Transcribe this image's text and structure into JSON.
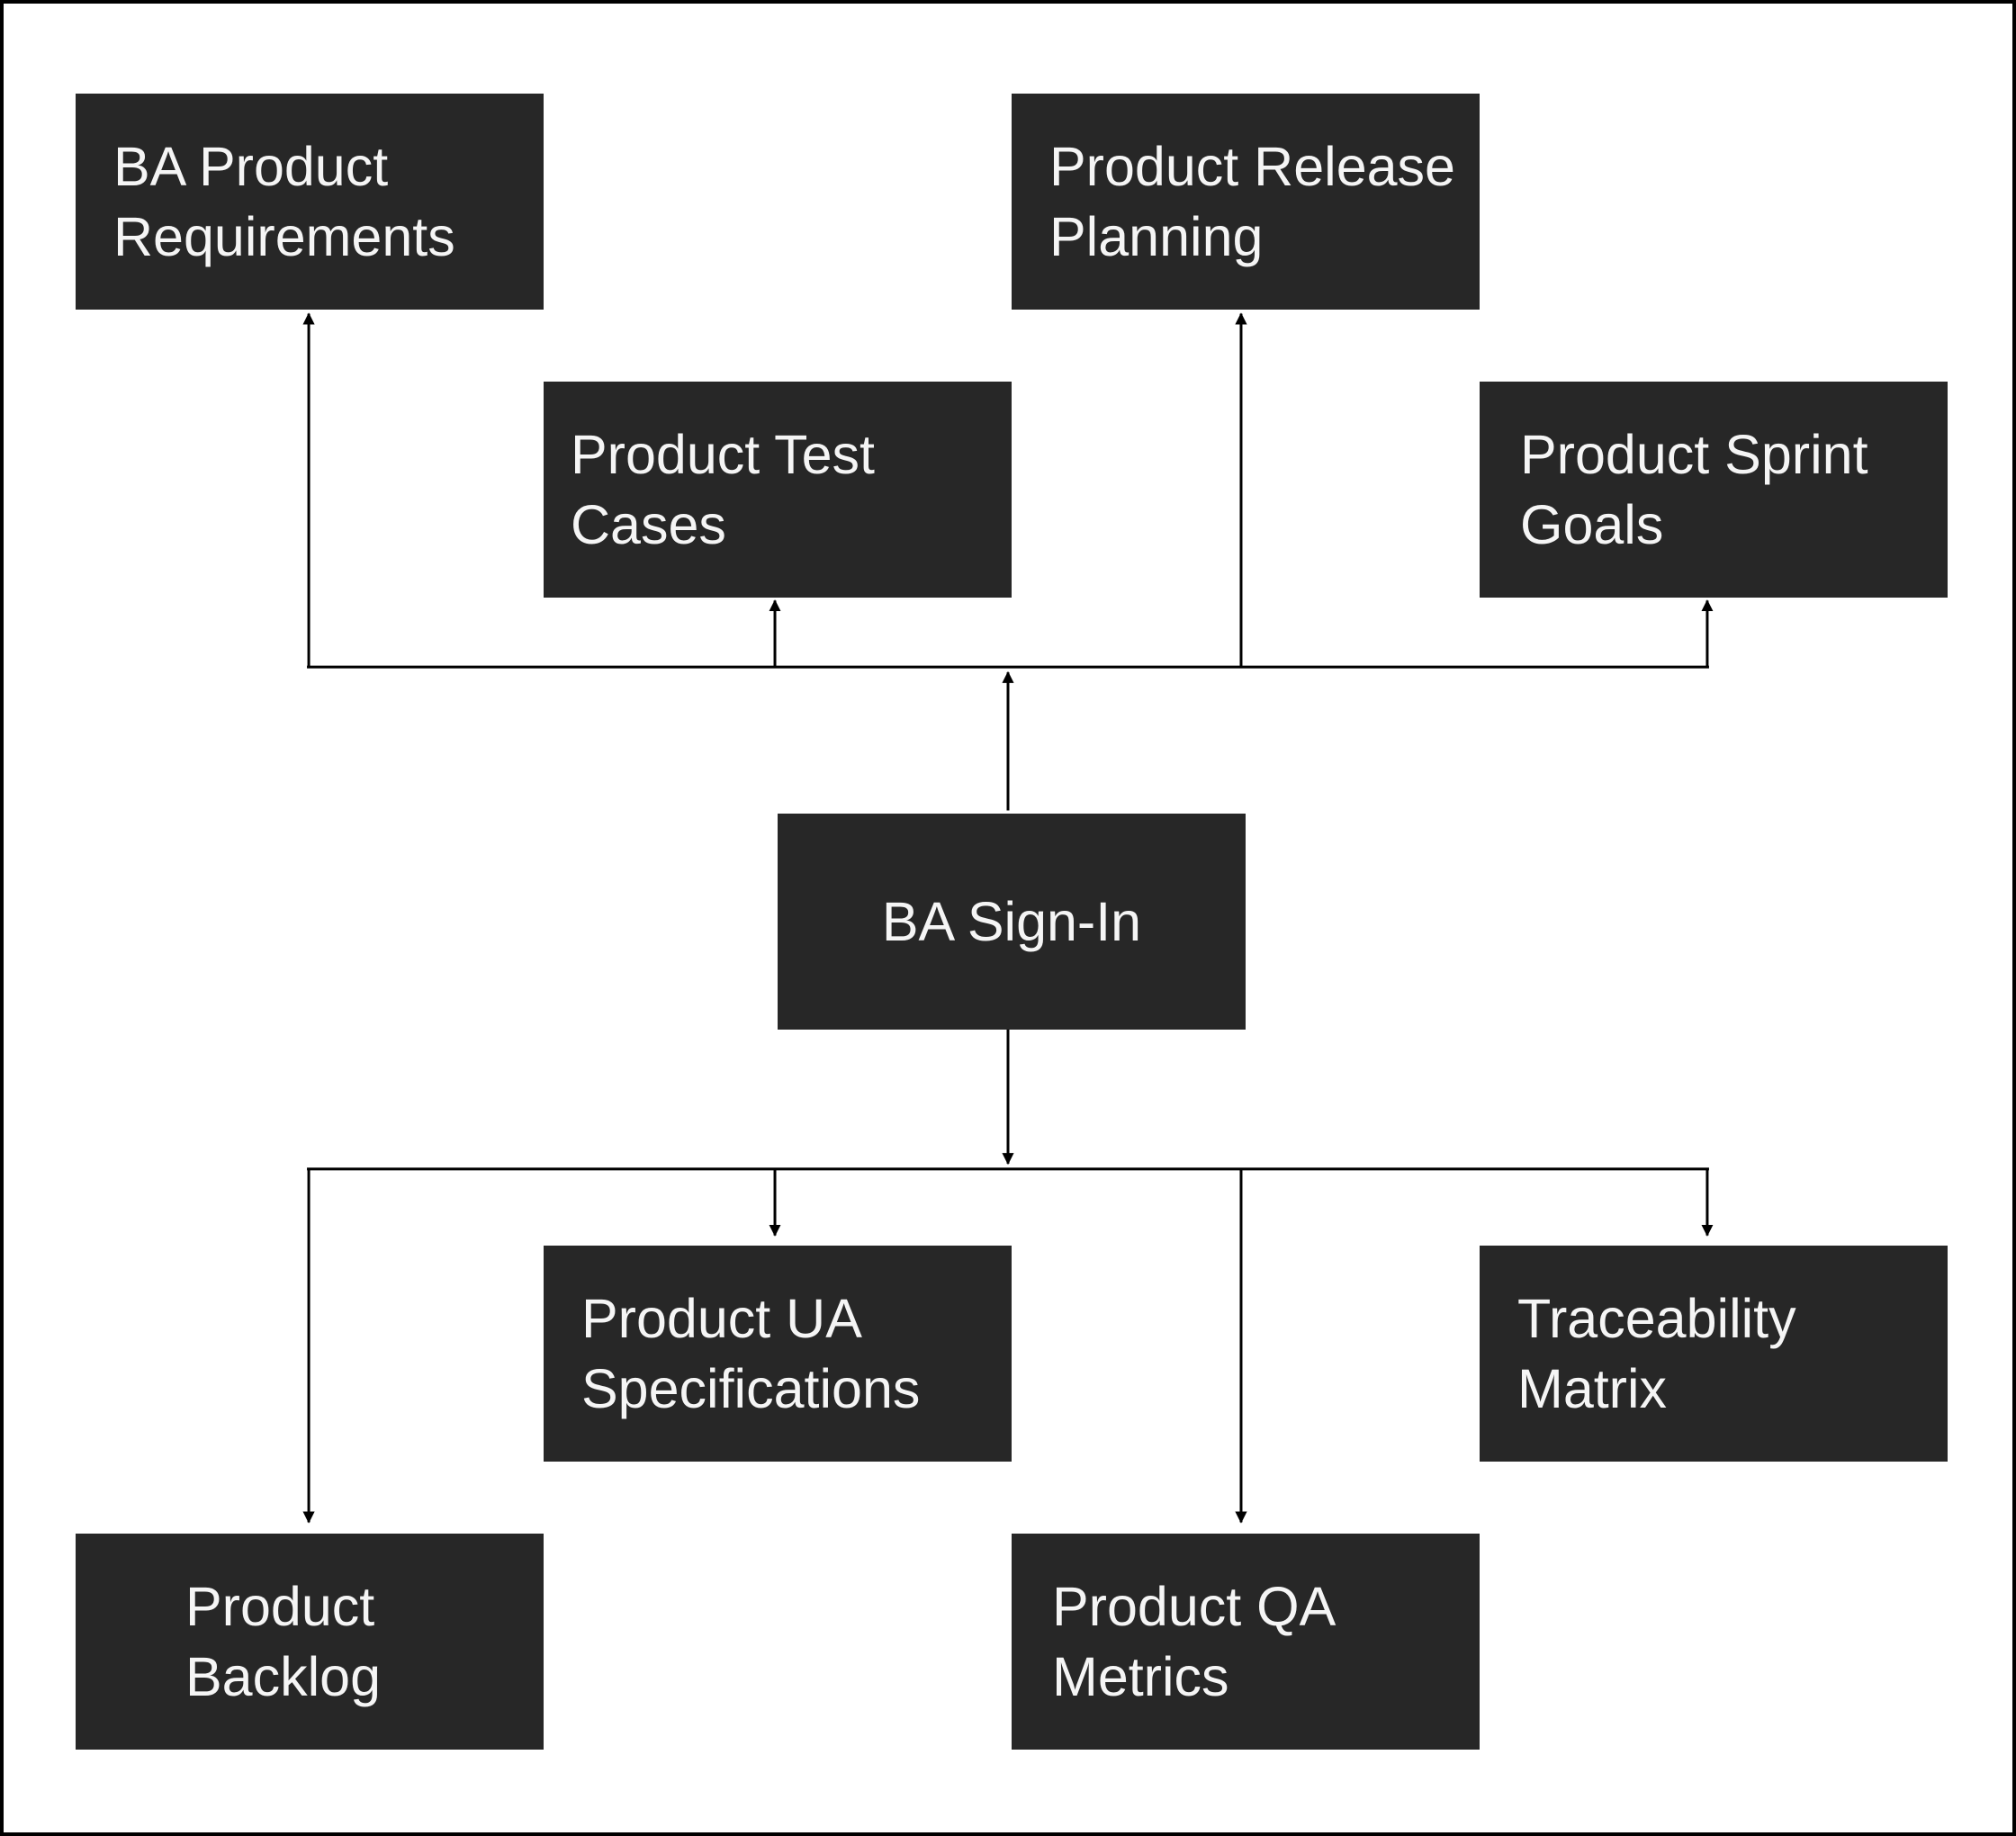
{
  "diagram": {
    "nodes": {
      "req": {
        "label": "BA Product Requirements"
      },
      "release": {
        "label": "Product Release Planning"
      },
      "test": {
        "label": "Product Test Cases"
      },
      "sprint": {
        "label": "Product Sprint Goals"
      },
      "signin": {
        "label": "BA Sign-In"
      },
      "ua": {
        "label": "Product UA Specifications"
      },
      "trace": {
        "label": "Traceability Matrix"
      },
      "backlog": {
        "label": "Product Backlog"
      },
      "qa": {
        "label": "Product QA Metrics"
      }
    },
    "edges": [
      {
        "from": "signin",
        "to": "req"
      },
      {
        "from": "signin",
        "to": "test"
      },
      {
        "from": "signin",
        "to": "release"
      },
      {
        "from": "signin",
        "to": "sprint"
      },
      {
        "from": "signin",
        "to": "backlog"
      },
      {
        "from": "signin",
        "to": "ua"
      },
      {
        "from": "signin",
        "to": "qa"
      },
      {
        "from": "signin",
        "to": "trace"
      }
    ],
    "colors": {
      "node_fill": "#272727",
      "node_text": "#f5f5f5",
      "line": "#000000",
      "background": "#ffffff",
      "page_border": "#000000"
    }
  }
}
